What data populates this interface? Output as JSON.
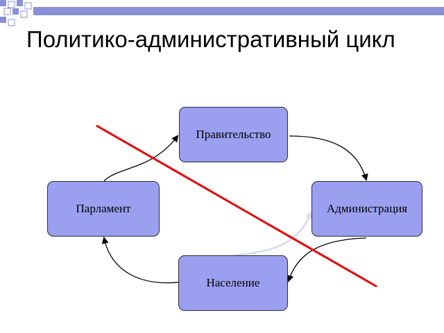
{
  "slide": {
    "title": "Политико-административный цикл"
  },
  "nodes": {
    "government": "Правительство",
    "administration": "Администрация",
    "parliament": "Парламент",
    "population": "Население"
  },
  "colors": {
    "node_fill": "#9b9ff0",
    "arrow": "#000000",
    "strike_line": "#e01010",
    "light_arrow": "#dcdcec",
    "deco_squares": "#8b8fd8"
  }
}
